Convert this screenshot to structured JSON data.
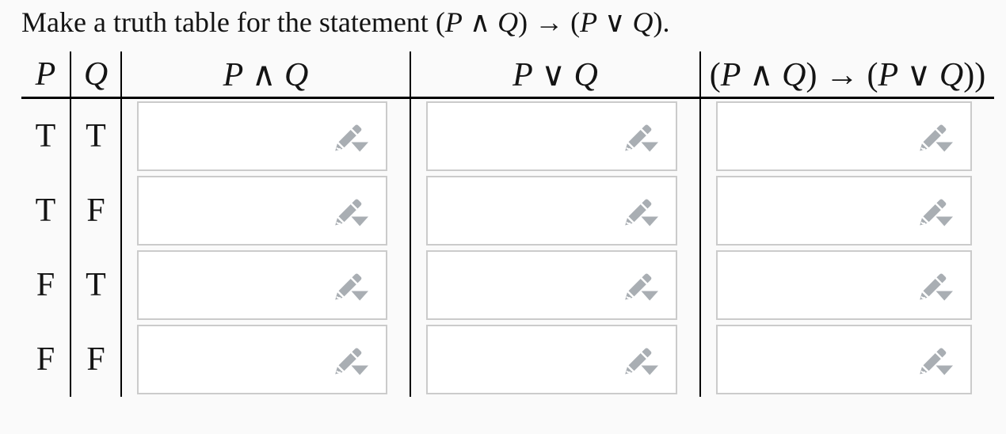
{
  "prompt": {
    "prefix": "Make a truth table for the statement ",
    "statement": "(P ∧ Q) → (P ∨ Q)",
    "suffix": "."
  },
  "table": {
    "columns": [
      {
        "label": "P"
      },
      {
        "label": "Q"
      },
      {
        "label": "P ∧ Q"
      },
      {
        "label": "P ∨ Q"
      },
      {
        "label": "(P ∧ Q) → (P ∨ Q))"
      }
    ],
    "rows": [
      {
        "p": "T",
        "q": "T",
        "answers": [
          "",
          "",
          ""
        ]
      },
      {
        "p": "T",
        "q": "F",
        "answers": [
          "",
          "",
          ""
        ]
      },
      {
        "p": "F",
        "q": "T",
        "answers": [
          "",
          "",
          ""
        ]
      },
      {
        "p": "F",
        "q": "F",
        "answers": [
          "",
          "",
          ""
        ]
      }
    ],
    "answer_icon": "pencil-dropdown-icon"
  },
  "colors": {
    "page_background": "#fafafa",
    "text": "#141414",
    "table_line": "#000000",
    "box_border": "#cbcbcb",
    "box_background": "#ffffff",
    "icon": "#a9aeb3"
  }
}
